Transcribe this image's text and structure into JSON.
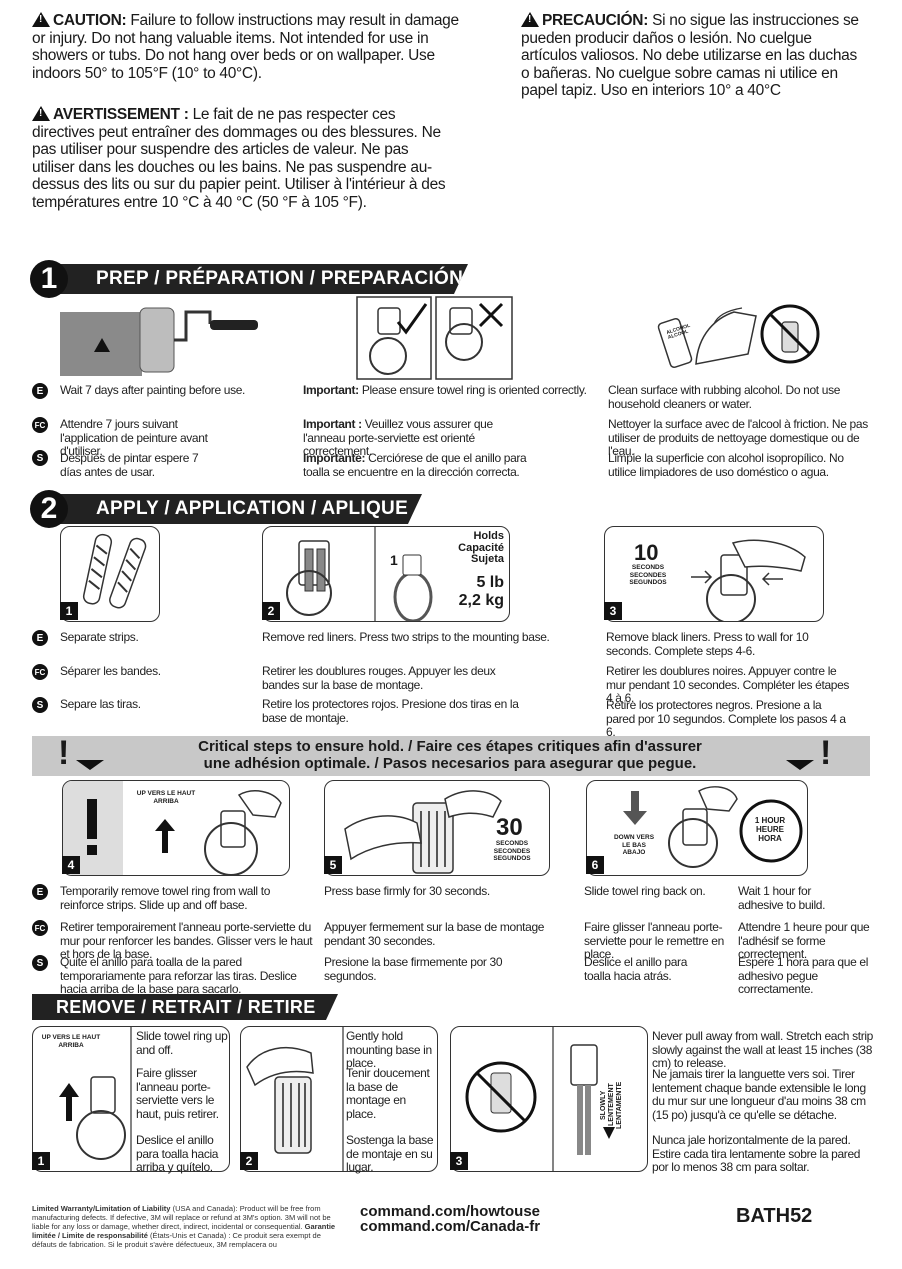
{
  "warnings": {
    "en_label": "CAUTION:",
    "en_text": "Failure to follow instructions may result in damage or injury. Do not hang valuable items. Not intended for use in showers or tubs. Do not hang over beds or on wallpaper. Use indoors 50° to 105°F (10° to 40°C).",
    "fr_label": "AVERTISSEMENT :",
    "fr_text": "Le fait de ne pas respecter ces directives peut entraîner des dommages ou des blessures. Ne pas utiliser pour suspendre des articles de valeur. Ne pas utiliser dans les douches ou les bains. Ne pas suspendre au-dessus des lits ou sur du papier peint. Utiliser à l'intérieur à des températures entre 10 °C à 40 °C (50 °F à 105 °F).",
    "es_label": "PRECAUCIÓN:",
    "es_text": "Si no sigue las instrucciones se pueden producir daños o lesión. No cuelgue artículos valiosos. No debe utilizarse en las duchas o bañeras. No cuelgue sobre camas ni utilice en papel tapiz. Uso en interiors 10° a 40°C"
  },
  "lang_badges": {
    "en": "E",
    "fc": "FC",
    "es": "S"
  },
  "prep": {
    "number": "1",
    "title": "PREP / PRÉPARATION / PREPARACIÓN",
    "col1": {
      "en": "Wait 7 days after painting before use.",
      "fr": "Attendre 7 jours suivant l'application de peinture avant d'utiliser.",
      "es": "Después de pintar espere 7 días antes de usar."
    },
    "col2": {
      "en_label": "Important:",
      "en": "Please ensure towel ring is oriented correctly.",
      "fr_label": "Important :",
      "fr": "Veuillez vous assurer que l'anneau porte-serviette est orienté correctement.",
      "es_label": "Importante:",
      "es": "Cerciórese de que el anillo para toalla se encuentre en la dirección correcta."
    },
    "col3": {
      "en": "Clean surface with rubbing alcohol. Do not use household cleaners or water.",
      "fr": "Nettoyer la surface avec de l'alcool à friction. Ne pas utiliser de produits de nettoyage domestique ou de l'eau.",
      "es": "Limpie la superficie con alcohol isopropílico. No utilice limpiadores de uso doméstico o agua."
    },
    "bottle_label": "ALCOHOL ALCOOL"
  },
  "apply": {
    "number": "2",
    "title": "APPLY / APPLICATION / APLIQUE",
    "holds_label": "Holds Capacité Sujeta",
    "holds_count": "1",
    "holds_lb": "5 lb",
    "holds_kg": "2,2 kg",
    "ten": "10",
    "ten_units": "SECONDS SECONDES SEGUNDOS",
    "step1": {
      "no": "1",
      "en": "Separate strips.",
      "fr": "Séparer les bandes.",
      "es": "Separe las tiras."
    },
    "step2": {
      "no": "2",
      "en": "Remove red liners. Press two strips to the mounting base.",
      "fr": "Retirer les doublures rouges. Appuyer les deux bandes sur la base de montage.",
      "es": "Retire los protectores rojos. Presione dos tiras en la base de montaje."
    },
    "step3": {
      "no": "3",
      "en": "Remove black liners. Press to wall for 10 seconds. Complete steps 4-6.",
      "fr": "Retirer les doublures noires. Appuyer contre le mur pendant 10 secondes. Compléter les étapes 4 à 6.",
      "es": "Retire los protectores negros. Presione a la pared por 10 segundos. Complete los pasos 4 a 6."
    }
  },
  "critical": {
    "line1": "Critical steps to ensure hold. / Faire ces étapes critiques afin d'assurer",
    "line2": "une adhésion optimale. / Pasos necesarios para asegurar que pegue.",
    "mark": "!"
  },
  "steps456": {
    "up_label": "UP VERS LE HAUT ARRIBA",
    "thirty": "30",
    "thirty_units": "SECONDS SECONDES SEGUNDOS",
    "down_label": "DOWN VERS LE BAS ABAJO",
    "hour_label": "1 HOUR HEURE HORA",
    "step4": {
      "no": "4",
      "en": "Temporarily remove towel ring from wall to reinforce strips. Slide up and off base.",
      "fr": "Retirer temporairement l'anneau porte-serviette du mur pour renforcer les bandes. Glisser vers le haut et hors de la base.",
      "es": "Quite el anillo para toalla de la pared temporariamente para reforzar las tiras. Deslice hacia arriba de la base para sacarlo."
    },
    "step5": {
      "no": "5",
      "en": "Press base firmly for 30 seconds.",
      "fr": "Appuyer fermement sur la base de montage pendant 30 secondes.",
      "es": "Presione la base firmemente por 30 segundos."
    },
    "step6": {
      "no": "6",
      "en": "Slide towel ring back on.",
      "fr": "Faire glisser l'anneau porte-serviette pour le remettre en place.",
      "es": "Deslice el anillo para toalla hacia atrás."
    },
    "step6b": {
      "en": "Wait 1 hour for adhesive to build.",
      "fr": "Attendre 1 heure pour que l'adhésif se forme correctement.",
      "es": "Espere 1 hora para que el adhesivo pegue correctamente."
    }
  },
  "remove": {
    "title": "REMOVE / RETRAIT / RETIRE",
    "up_label": "UP VERS LE HAUT ARRIBA",
    "slowly_label": "SLOWLY LENTEMENT LENTAMENTE",
    "step1": {
      "no": "1",
      "en": "Slide towel ring up and off.",
      "fr": "Faire glisser l'anneau porte-serviette vers le haut, puis retirer.",
      "es": "Deslice el anillo para toalla hacia arriba y quítelo."
    },
    "step2": {
      "no": "2",
      "en": "Gently hold mounting base in place.",
      "fr": "Tenir doucement la base de montage en place.",
      "es": "Sostenga la base de montaje en su lugar."
    },
    "step3": {
      "no": "3",
      "en": "Never pull away from wall. Stretch each strip slowly against the wall at least 15 inches (38 cm) to release.",
      "fr": "Ne jamais tirer la languette vers soi. Tirer lentement chaque bande extensible le long du mur sur une longueur d'au moins 38 cm (15 po) jusqu'à ce qu'elle se détache.",
      "es": "Nunca jale horizontalmente de la pared. Estire cada tira lentamente sobre la pared por lo menos 38 cm para soltar."
    }
  },
  "footer": {
    "warranty_label": "Limited Warranty/Limitation of Liability",
    "warranty_text": "(USA and Canada): Product will be free from manufacturing defects. If defective, 3M will replace or refund at 3M's option. 3M will not be liable for any loss or damage, whether direct, indirect, incidental or consequential.",
    "garantie_label": "Garantie limitée / Limite de responsabilité",
    "garantie_text": "(États-Unis et Canada) : Ce produit sera exempt de défauts de fabrication. Si le produit s'avère défectueux, 3M remplacera ou",
    "url1": "command.com/howtouse",
    "url2": "command.com/Canada-fr",
    "code": "BATH52"
  }
}
